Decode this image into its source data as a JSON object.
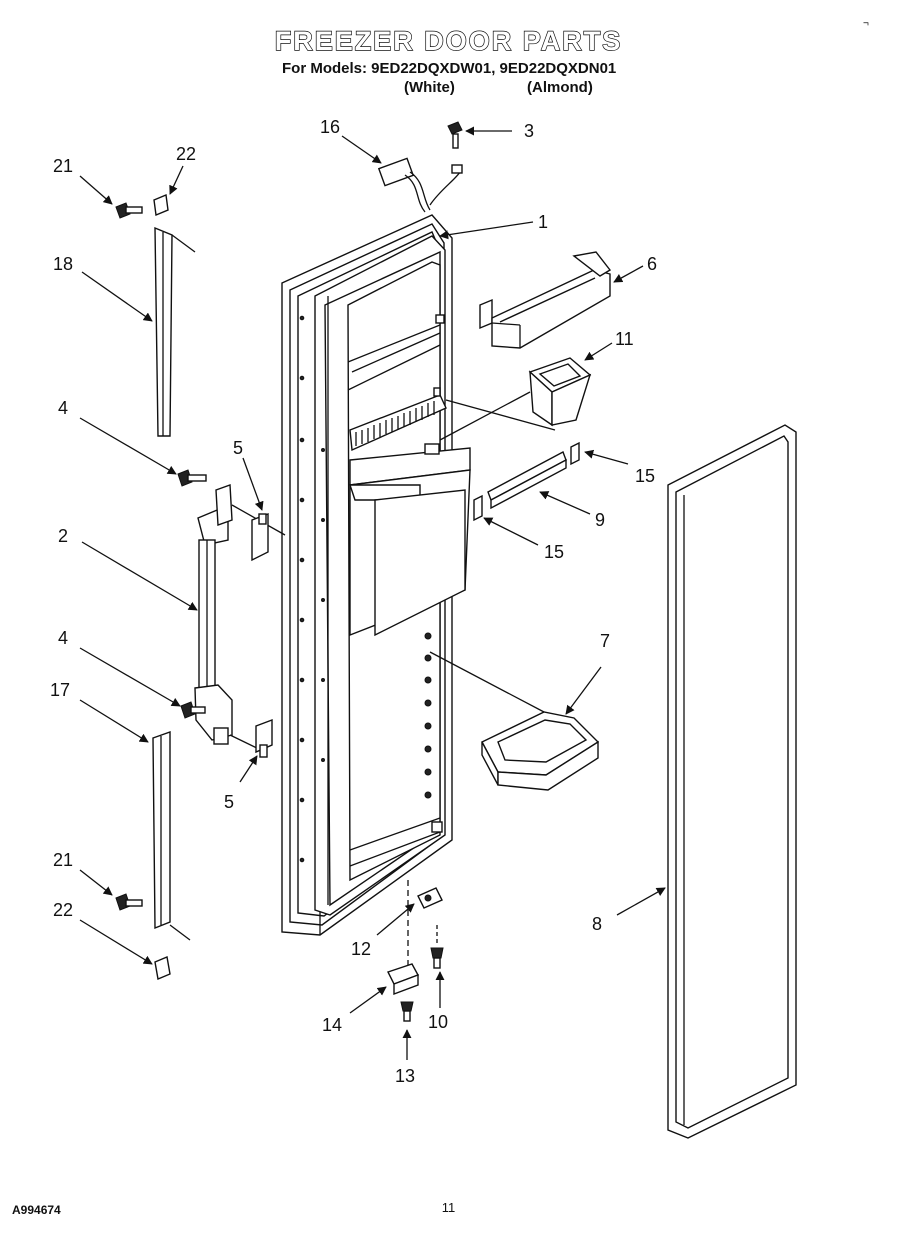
{
  "header": {
    "title": "FREEZER DOOR PARTS",
    "models_line": "For Models: 9ED22DQXDW01, 9ED22DQXDN01",
    "variant_white": "(White)",
    "variant_almond": "(Almond)"
  },
  "corner_mark": "¬",
  "footer": {
    "code": "A994674",
    "page": "11"
  },
  "callouts": {
    "c1": "1",
    "c2": "2",
    "c3": "3",
    "c4a": "4",
    "c4b": "4",
    "c5a": "5",
    "c5b": "5",
    "c6": "6",
    "c7": "7",
    "c8": "8",
    "c9": "9",
    "c10": "10",
    "c11": "11",
    "c12": "12",
    "c13": "13",
    "c14": "14",
    "c15a": "15",
    "c15b": "15",
    "c16": "16",
    "c17": "17",
    "c18": "18",
    "c21a": "21",
    "c21b": "21",
    "c22a": "22",
    "c22b": "22"
  }
}
